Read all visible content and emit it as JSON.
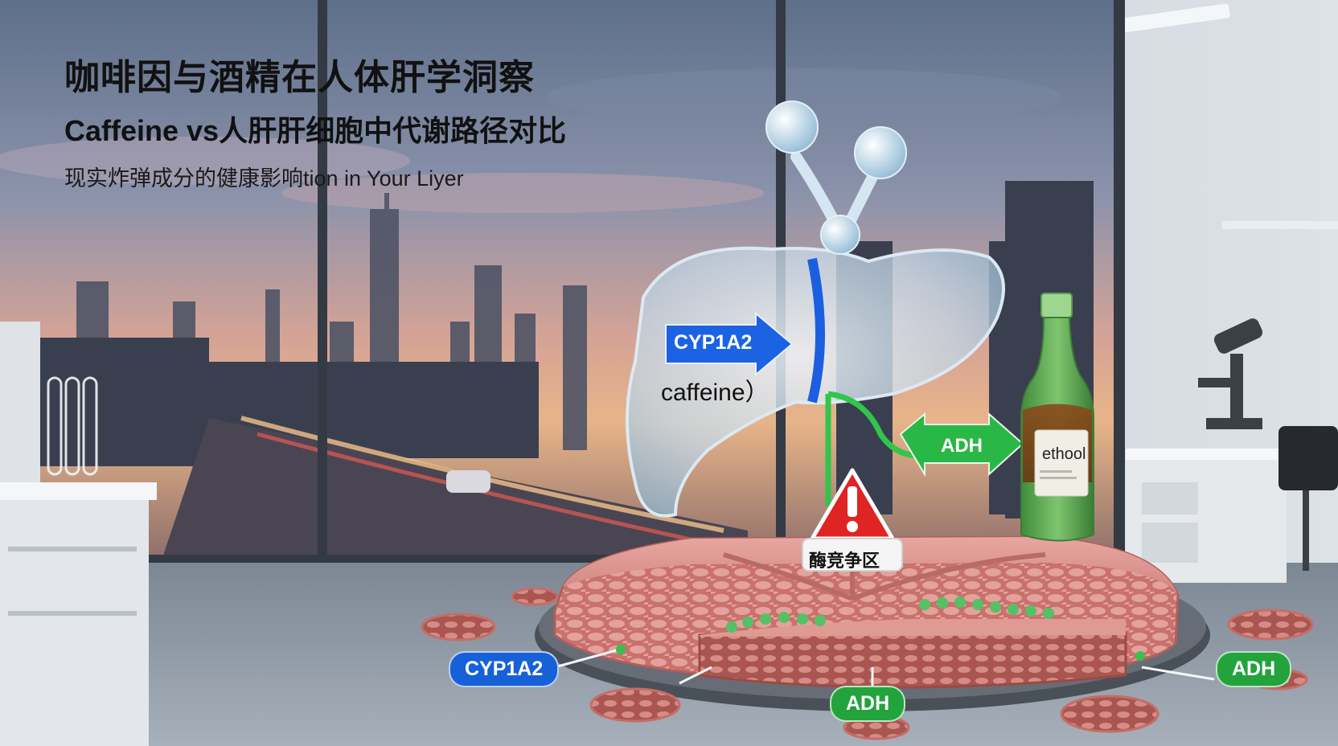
{
  "headline": {
    "line1": "咖啡因与酒精在人体肝学洞察",
    "line2": "Caffeine vs人肝肝细胞中代谢路径对比",
    "line3": "现实炸弹成分的健康影响tion in Your Liyer"
  },
  "labels": {
    "cyp_arrow": "CYP1A2",
    "caffeine": "caffeine）",
    "adh_arrow": "ADH",
    "bottle": "ethool",
    "warning_zone": "酶竞争区",
    "pill_cyp": "CYP1A2",
    "pill_adh_right": "ADH",
    "pill_adh_center": "ADH"
  },
  "colors": {
    "cyp_blue": "#1761d8",
    "adh_green": "#23a33c",
    "warning_red": "#e02424"
  },
  "icons": {
    "warning": "warning-triangle-icon"
  }
}
